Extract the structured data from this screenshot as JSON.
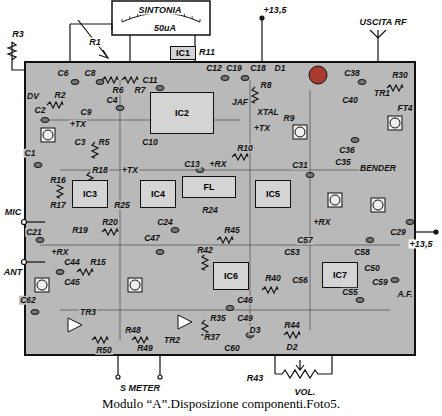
{
  "diagram": {
    "caption": "Modulo “A”.Disposizione componenti.Foto5.",
    "nodes": [
      {
        "text": [
          "IC1"
        ]
      },
      {
        "text": [
          "IC2"
        ]
      },
      {
        "text": [
          "IC3"
        ]
      },
      {
        "text": [
          "IC4"
        ]
      },
      {
        "text": [
          "FL"
        ]
      },
      {
        "text": [
          "IC5"
        ]
      },
      {
        "text": [
          "IC6"
        ]
      },
      {
        "text": [
          "IC7"
        ]
      }
    ],
    "labels": [
      "SINTONIA",
      "50uA",
      "R1",
      "R3",
      "+13,5",
      "USCITA RF",
      "DV",
      "C6",
      "C8",
      "R6",
      "R7",
      "R11",
      "C12",
      "C19",
      "C18",
      "D1",
      "C38",
      "R30",
      "R2",
      "C2",
      "C4",
      "C9",
      "C11",
      "JAF",
      "XTAL",
      "R8",
      "TR1",
      "C40",
      "FT4",
      "C10",
      "+TX",
      "+TX",
      "C3",
      "R5",
      "R10",
      "C36",
      "R9",
      "C35",
      "BENDER",
      "C1",
      "R18",
      "+TX",
      "C13",
      "+RX",
      "R16",
      "R17",
      "C31",
      "R25",
      "R24",
      "R19",
      "C21",
      "R20",
      "C24",
      "+RX",
      "C29",
      "R45",
      "C53",
      "C57",
      "C58",
      "C50",
      "+RX",
      "C47",
      "C44",
      "C45",
      "R15",
      "R42",
      "C56",
      "R40",
      "C59",
      "C55",
      "A.F.",
      "C46",
      "C49",
      "R35",
      "R37",
      "C60",
      "D3",
      "D2",
      "TR3",
      "R50",
      "R48",
      "R49",
      "TR2",
      "R43",
      "VOL.",
      "S METER",
      "MIC",
      "ANT",
      "+13,5",
      "C62",
      "R44"
    ]
  }
}
